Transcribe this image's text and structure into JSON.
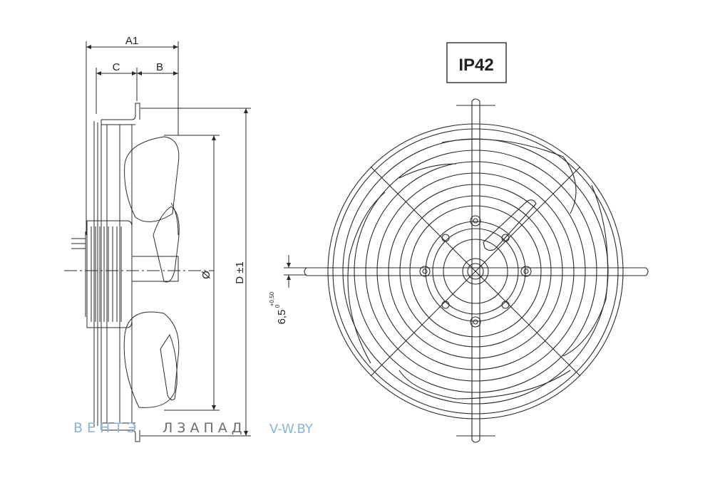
{
  "dimensions": {
    "a1": "A1",
    "c": "C",
    "b": "B",
    "diameter": "Ø",
    "d": "D ±1",
    "hole": "6,5",
    "hole_tol_upper": "+0,50",
    "hole_tol_lower": "0"
  },
  "protection": "IP42",
  "watermark": {
    "part1": "ВЕНТ",
    "part1b": "Э",
    "part2": "ЛЗАПАД",
    "site": "V-W.BY"
  },
  "colors": {
    "line": "#2a2a2a",
    "watermark_blue": "#8ab4d8",
    "watermark_gray": "#6c6c6c"
  }
}
